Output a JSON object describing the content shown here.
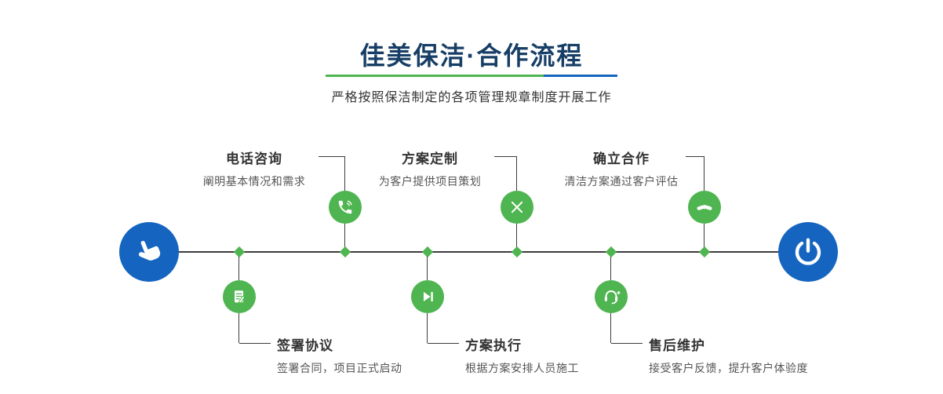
{
  "header": {
    "title": "佳美保洁·合作流程",
    "subtitle": "严格按照保洁制定的各项管理规章制度开展工作"
  },
  "timeline": {
    "start_icon": "pointing-hand-icon",
    "end_icon": "power-icon",
    "steps_top": [
      {
        "title": "电话咨询",
        "desc": "阐明基本情况和需求",
        "icon": "phone-icon"
      },
      {
        "title": "方案定制",
        "desc": "为客户提供项目策划",
        "icon": "design-tools-icon"
      },
      {
        "title": "确立合作",
        "desc": "清洁方案通过客户评估",
        "icon": "handshake-icon"
      }
    ],
    "steps_bottom": [
      {
        "title": "签署协议",
        "desc": "签署合同，项目正式启动",
        "icon": "contract-icon"
      },
      {
        "title": "方案执行",
        "desc": "根据方案安排人员施工",
        "icon": "play-icon"
      },
      {
        "title": "售后维护",
        "desc": "接受客户反馈，提升客户体验度",
        "icon": "headset-icon"
      }
    ]
  },
  "colors": {
    "primary_blue": "#1565c0",
    "accent_green": "#4fb551",
    "title_navy": "#173e66",
    "line_color": "#3c3c3c"
  }
}
